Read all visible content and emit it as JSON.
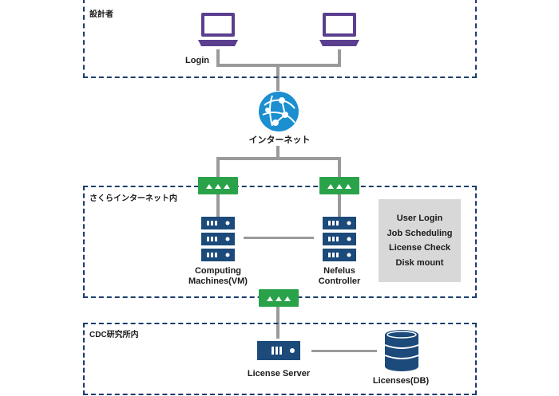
{
  "zones": {
    "designer": {
      "label": "設計者"
    },
    "sakura": {
      "label": "さくらインターネット内"
    },
    "cdc": {
      "label": "CDC研究所内"
    }
  },
  "nodes": {
    "laptop_left": {
      "icon": "laptop-icon"
    },
    "laptop_right": {
      "icon": "laptop-icon"
    },
    "login": {
      "label": "Login"
    },
    "internet": {
      "icon": "globe-network-icon",
      "label": "インターネット"
    },
    "switch_left": {
      "icon": "network-switch-icon"
    },
    "switch_right": {
      "icon": "network-switch-icon"
    },
    "switch_bottom": {
      "icon": "network-switch-icon"
    },
    "computing": {
      "icon": "server-rack-icon",
      "line1": "Computing",
      "line2": "Machines(VM)"
    },
    "nefelus": {
      "icon": "server-rack-icon",
      "line1": "Nefelus",
      "line2": "Controller"
    },
    "license_server": {
      "icon": "server-unit-icon",
      "label": "License Server"
    },
    "licenses_db": {
      "icon": "database-icon",
      "label": "Licenses(DB)"
    }
  },
  "functions": {
    "items": [
      "User Login",
      "Job Scheduling",
      "License Check",
      "Disk mount"
    ]
  },
  "colors": {
    "zone_border": "#1b3e6e",
    "laptop": "#5b3f8e",
    "server": "#1c4a7a",
    "switch": "#2aa24a",
    "globe": "#1b8fd0",
    "connector": "#9a9a9a",
    "info_box": "#d8d8d8"
  }
}
